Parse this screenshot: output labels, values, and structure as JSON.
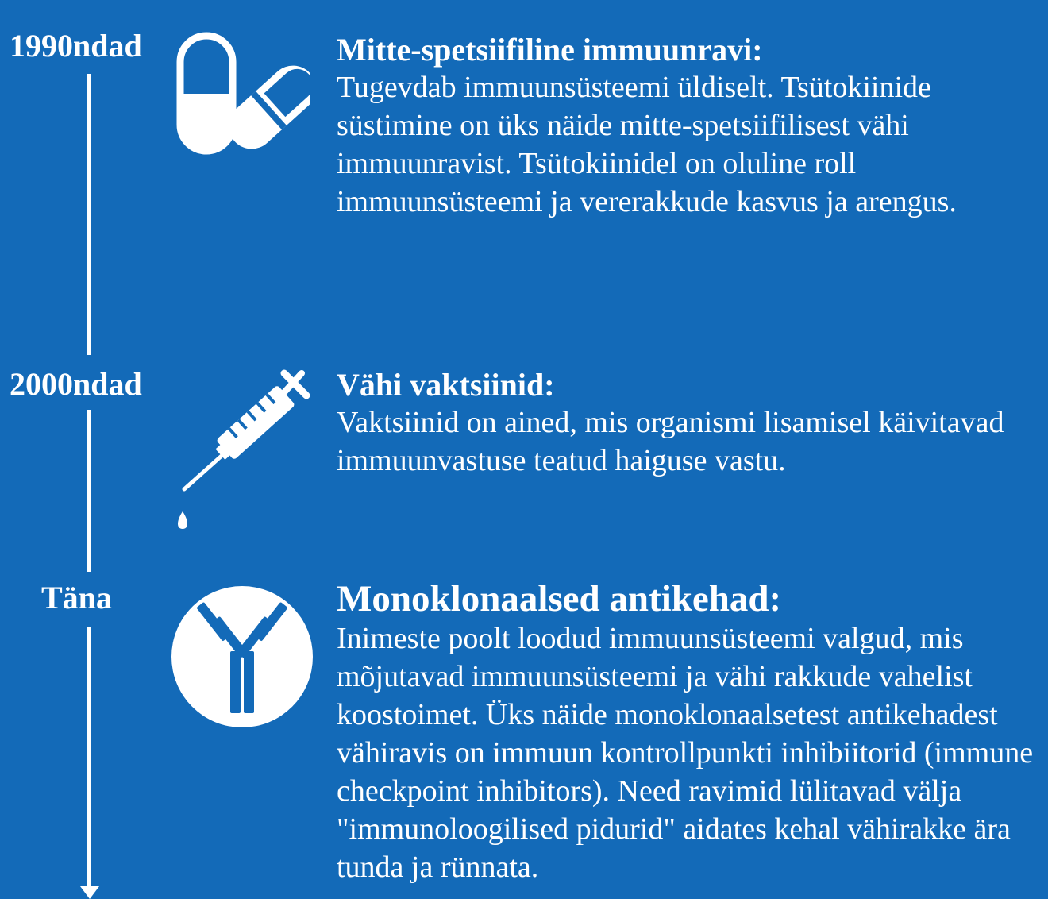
{
  "timeline": {
    "entries": [
      {
        "era": "1990ndad",
        "icon": "capsule-pills-icon",
        "title": "Mitte-spetsiifiline immuunravi:",
        "body": "Tugevdab immuunsüsteemi üldiselt. Tsütokiinide süstimine on üks näide mitte-spetsiifilisest vähi immuunravist. Tsütokiinidel on oluline roll immuunsüsteemi ja vererakkude kasvus ja arengus."
      },
      {
        "era": "2000ndad",
        "icon": "syringe-icon",
        "title": "Vähi  vaktsiinid:",
        "body": "Vaktsiinid on ained, mis organismi lisamisel käivitavad immuunvastuse teatud haiguse vastu."
      },
      {
        "era": "Täna",
        "icon": "antibody-icon",
        "title": "Monoklonaalsed antikehad:",
        "body": "Inimeste poolt loodud immuunsüsteemi valgud, mis mõjutavad immuunsüsteemi ja vähi rakkude vahelist koostoimet. Üks näide monoklonaalsetest antikehadest vähiravis on immuun kontrollpunkti inhibiitorid (immune checkpoint inhibitors). Need ravimid lülitavad välja \"immunoloogilised pidurid\" aidates kehal vähirakke ära tunda ja rünnata."
      }
    ]
  },
  "colors": {
    "background": "#136ab8",
    "foreground": "#ffffff"
  }
}
